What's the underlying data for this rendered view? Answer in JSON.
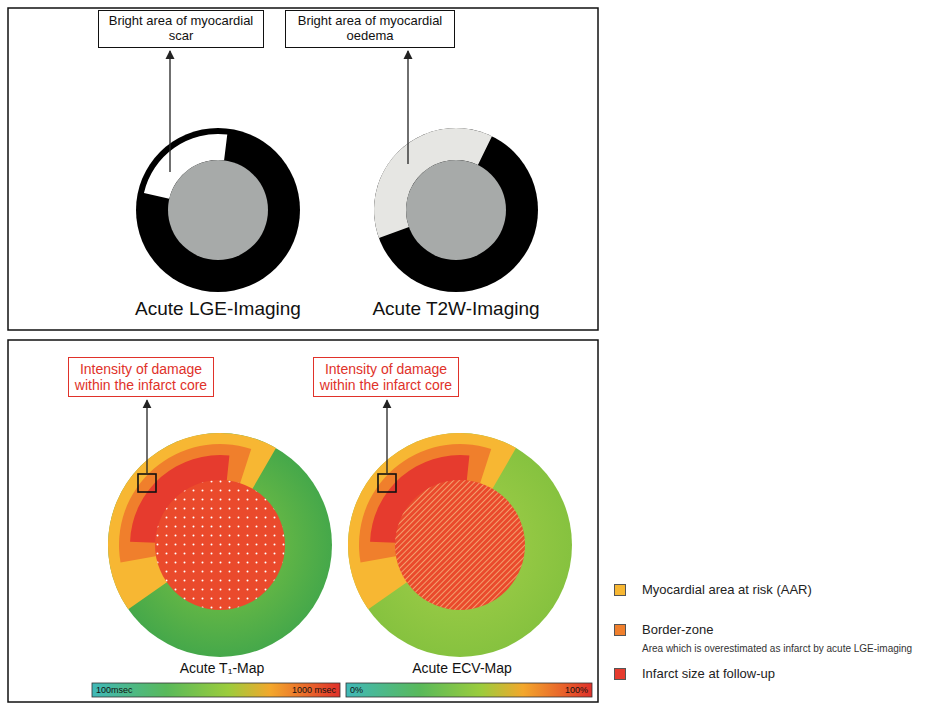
{
  "diagram": {
    "nodes": [
      {
        "text": [
          "Bright area of myocardial scar"
        ]
      },
      {
        "text": [
          "Bright area of myocardial oedema"
        ]
      },
      {
        "text": [
          "Intensity of damage within the infarct core"
        ]
      },
      {
        "text": [
          "Intensity of damage within the infarct core"
        ]
      }
    ],
    "labels": [
      "Acute LGE-Imaging",
      "Acute T2W-Imaging",
      "Acute T₁-Map",
      "100msec",
      "1000 msec",
      "Acute ECV-Map",
      "0%",
      "100%",
      "Area which is overestimated as infarct by acute LGE-imaging"
    ],
    "legend": [
      {
        "text": "Myocardial area at risk (AAR)",
        "color": "#f7b733"
      },
      {
        "text": "Border-zone",
        "color": "#f07f2c"
      },
      {
        "text": "Infarct size at follow-up",
        "color": "#e63b2e"
      }
    ]
  }
}
